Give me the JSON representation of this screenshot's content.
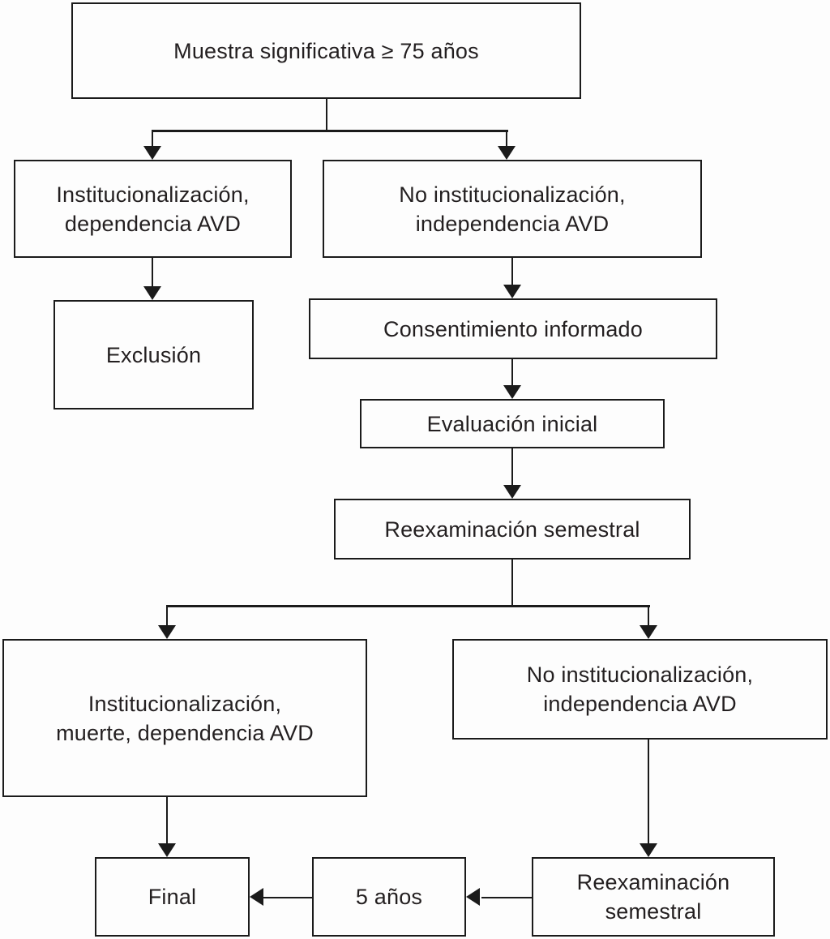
{
  "figure": {
    "type": "flowchart",
    "language": "es",
    "background_color": "#fdfdfd",
    "line_color": "#1b1b1b",
    "text_color": "#231f20"
  },
  "nodes": {
    "muestra": {
      "label": "Muestra significativa ≥ 75 años"
    },
    "inst_dep": {
      "label": "Institucionalización,\ndependencia AVD"
    },
    "no_inst_1": {
      "label": "No institucionalización,\nindependencia AVD"
    },
    "exclusion": {
      "label": "Exclusión"
    },
    "consentimiento": {
      "label": "Consentimiento informado"
    },
    "evaluacion": {
      "label": "Evaluación inicial"
    },
    "reexaminacion_1": {
      "label": "Reexaminación semestral"
    },
    "inst_muerte": {
      "label": "Institucionalización,\nmuerte, dependencia AVD"
    },
    "no_inst_2": {
      "label": "No institucionalización,\nindependencia AVD"
    },
    "final": {
      "label": "Final"
    },
    "cinco_anos": {
      "label": "5 años"
    },
    "reexaminacion_2": {
      "label": "Reexaminación\nsemestral"
    }
  },
  "edges": [
    {
      "from": "muestra",
      "to": "inst_dep"
    },
    {
      "from": "muestra",
      "to": "no_inst_1"
    },
    {
      "from": "inst_dep",
      "to": "exclusion"
    },
    {
      "from": "no_inst_1",
      "to": "consentimiento"
    },
    {
      "from": "consentimiento",
      "to": "evaluacion"
    },
    {
      "from": "evaluacion",
      "to": "reexaminacion_1"
    },
    {
      "from": "reexaminacion_1",
      "to": "inst_muerte"
    },
    {
      "from": "reexaminacion_1",
      "to": "no_inst_2"
    },
    {
      "from": "inst_muerte",
      "to": "final"
    },
    {
      "from": "no_inst_2",
      "to": "reexaminacion_2"
    },
    {
      "from": "reexaminacion_2",
      "to": "cinco_anos"
    },
    {
      "from": "cinco_anos",
      "to": "final"
    }
  ]
}
